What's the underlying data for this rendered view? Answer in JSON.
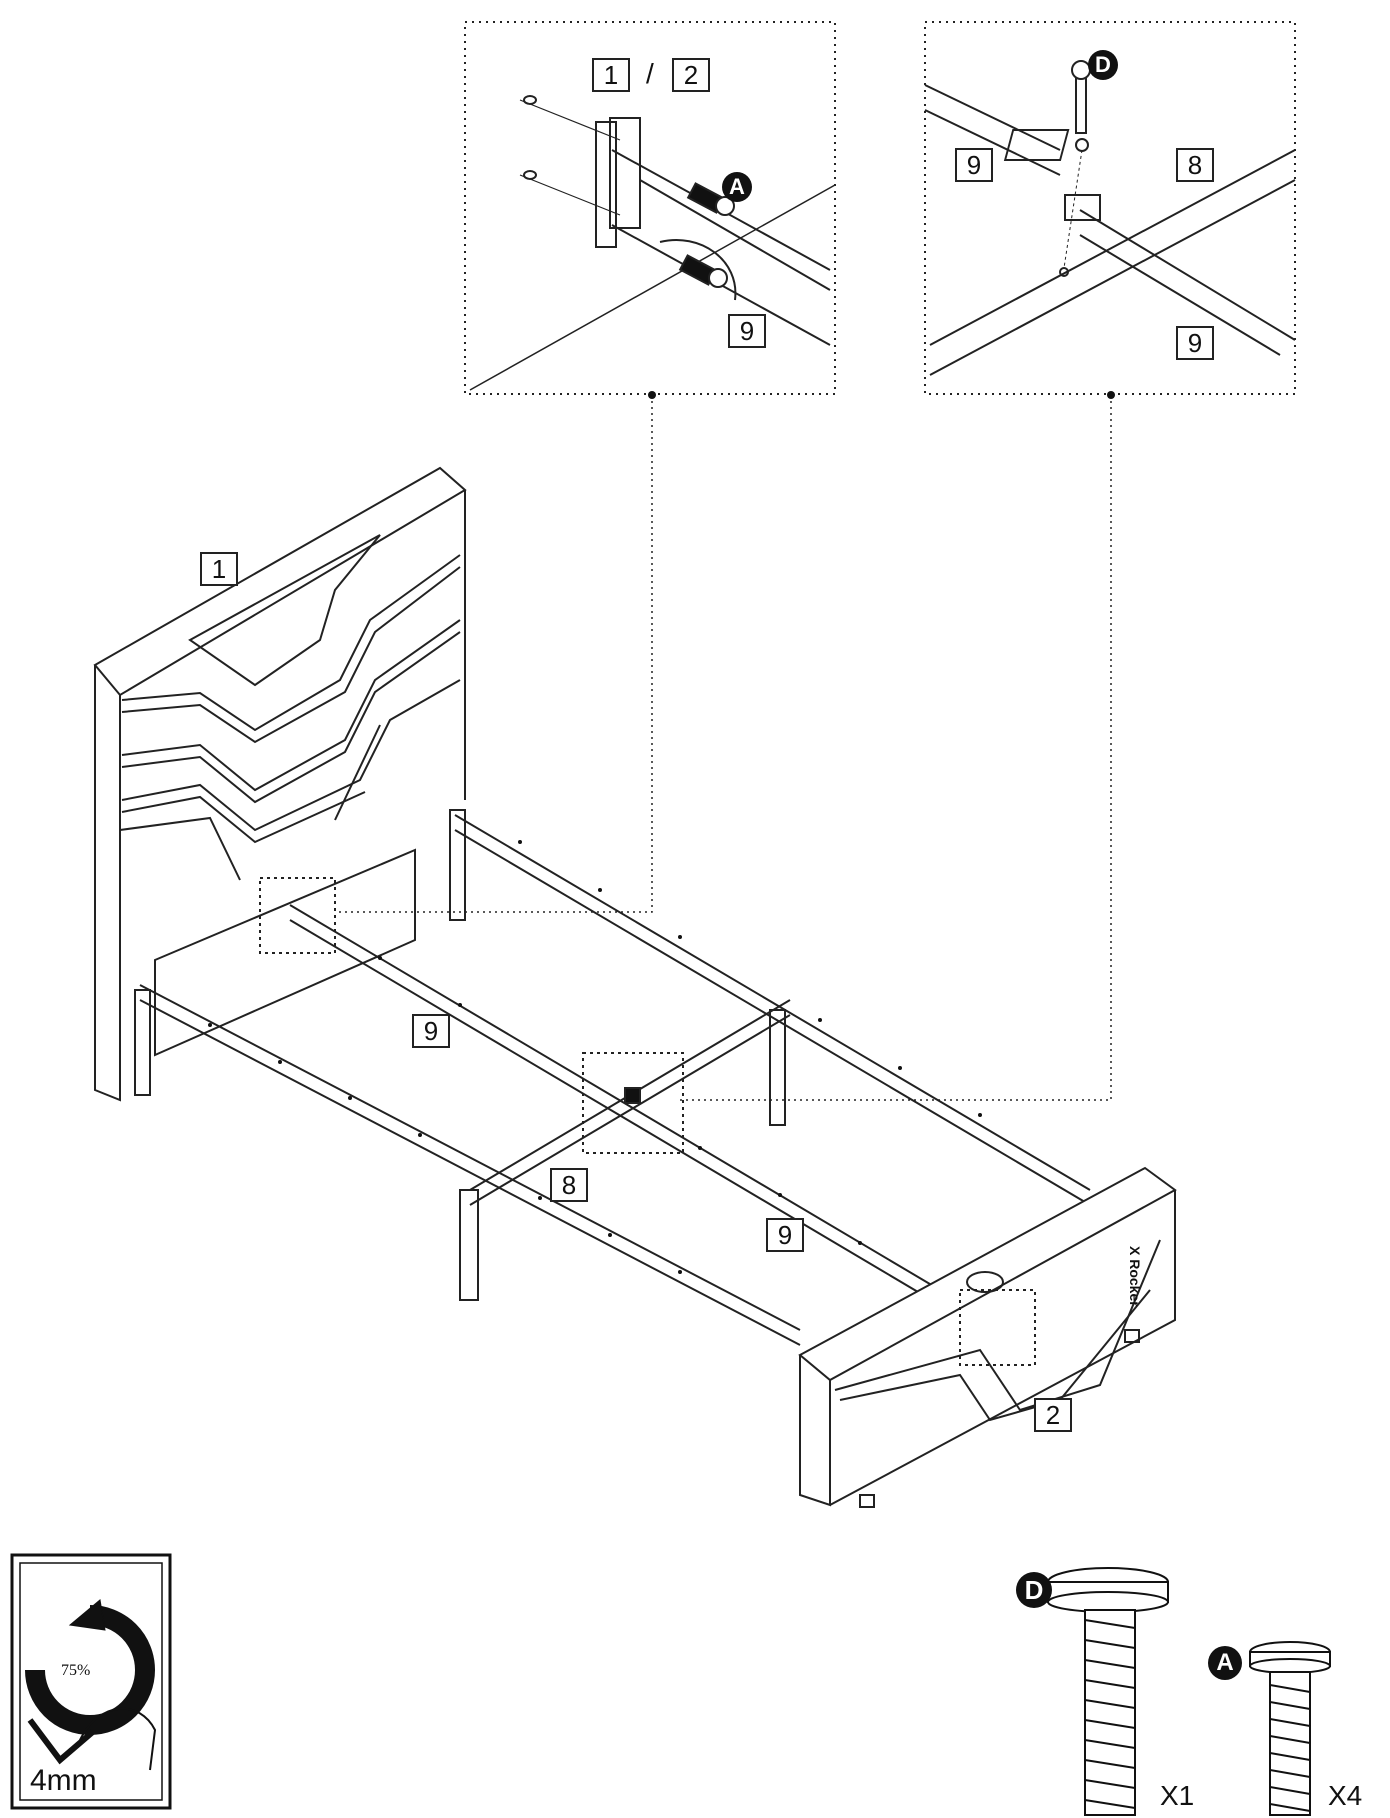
{
  "labels": {
    "detail_left_a": "1",
    "detail_left_sep": "/",
    "detail_left_b": "2",
    "detail_left_rail": "9",
    "detail_right_left_rail": "9",
    "detail_right_center_rail": "8",
    "detail_right_bottom_rail": "9",
    "headboard": "1",
    "footboard": "2",
    "left_rail": "9",
    "center_rail": "8",
    "right_rail": "9"
  },
  "hardware": {
    "screw_a_letter": "A",
    "screw_d_letter": "D",
    "screw_a_qty": "X4",
    "screw_d_qty": "X1"
  },
  "tool": {
    "tightness_percent": "75%",
    "tightness_fraction": 0.75,
    "allen_key_size": "4mm"
  },
  "brand_mark": "X Rocker",
  "colors": {
    "ink": "#111111",
    "paper": "#ffffff"
  }
}
